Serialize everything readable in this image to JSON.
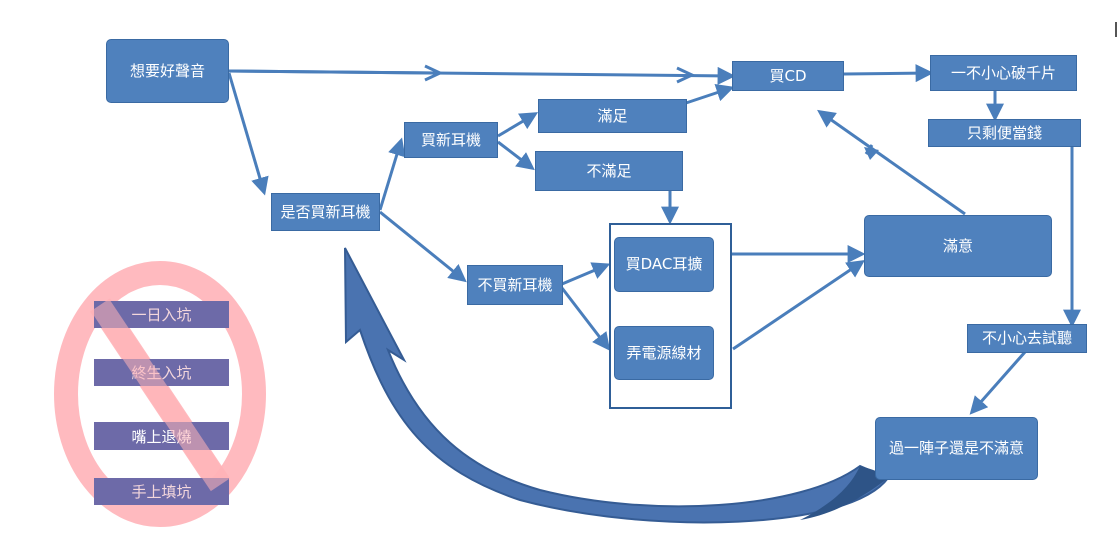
{
  "nodes": {
    "want_good_sound": "想要好聲音",
    "buy_cd": "買CD",
    "broke_cd": "一不小心破千片",
    "lunch_money": "只剩便當錢",
    "buy_new_headphones": "買新耳機",
    "satisfied_1": "滿足",
    "not_satisfied": "不滿足",
    "whether_buy_headphones": "是否買新耳機",
    "no_new_headphones": "不買新耳機",
    "buy_dac": "買DAC耳擴",
    "tweak_power_cables": "弄電源線材",
    "satisfied_2": "滿意",
    "accidental_audition": "不小心去試聽",
    "still_unsatisfied": "過一陣子還是不滿意"
  },
  "legend": {
    "items": [
      "一日入坑",
      "終生入坑",
      "嘴上退燒",
      "手上填坑"
    ]
  },
  "colors": {
    "box_fill": "#4f81bd",
    "arrow": "#4a7ebb",
    "big_arrow": "#4a73b0",
    "prohibition": "#ffb3b8",
    "legend_fill": "#6d6aa8"
  }
}
